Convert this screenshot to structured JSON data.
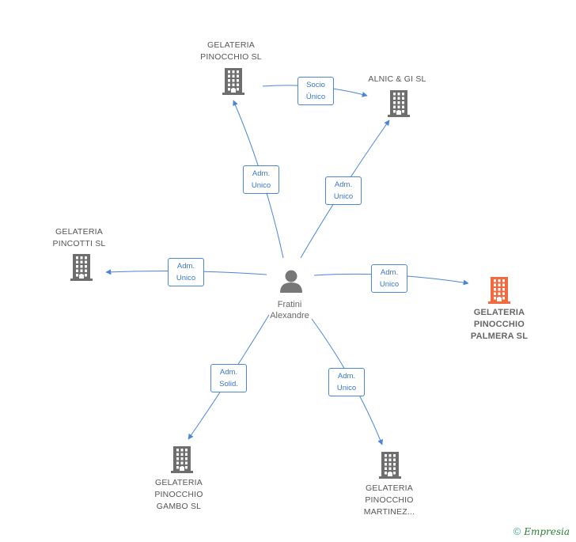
{
  "person": {
    "lines": [
      "Fratini",
      "Alexandre"
    ]
  },
  "companies": [
    {
      "id": "gelateria-pinocchio-sl",
      "lines": [
        "GELATERIA",
        "PINOCCHIO  SL"
      ],
      "focus": false
    },
    {
      "id": "alnic-gi-sl",
      "lines": [
        "ALNIC & GI SL"
      ],
      "focus": false
    },
    {
      "id": "gelateria-pincotti-sl",
      "lines": [
        "GELATERIA",
        "PINCOTTI SL"
      ],
      "focus": false
    },
    {
      "id": "gelateria-pinocchio-palmera-sl",
      "lines": [
        "GELATERIA",
        "PINOCCHIO",
        "PALMERA SL"
      ],
      "focus": true
    },
    {
      "id": "gelateria-pinocchio-gambo-sl",
      "lines": [
        "GELATERIA",
        "PINOCCHIO",
        "GAMBO SL"
      ],
      "focus": false
    },
    {
      "id": "gelateria-pinocchio-martinez",
      "lines": [
        "GELATERIA",
        "PINOCCHIO",
        "MARTINEZ..."
      ],
      "focus": false
    }
  ],
  "relations": [
    {
      "id": "socio-unico",
      "lines": [
        "Socio",
        "Único"
      ]
    },
    {
      "id": "adm-unico-pinocchio",
      "lines": [
        "Adm.",
        "Unico"
      ]
    },
    {
      "id": "adm-unico-alnic",
      "lines": [
        "Adm.",
        "Unico"
      ]
    },
    {
      "id": "adm-unico-pincotti",
      "lines": [
        "Adm.",
        "Unico"
      ]
    },
    {
      "id": "adm-unico-palmera",
      "lines": [
        "Adm.",
        "Unico"
      ]
    },
    {
      "id": "adm-solid-gambo",
      "lines": [
        "Adm.",
        "Solid."
      ]
    },
    {
      "id": "adm-unico-martinez",
      "lines": [
        "Adm.",
        "Unico"
      ]
    }
  ],
  "colors": {
    "edge": "#4a86d4",
    "building": "#6e6e6e",
    "focus_building": "#f26a3d",
    "person": "#777777"
  },
  "footer": {
    "copyright": "©",
    "brand": "Empresia"
  }
}
